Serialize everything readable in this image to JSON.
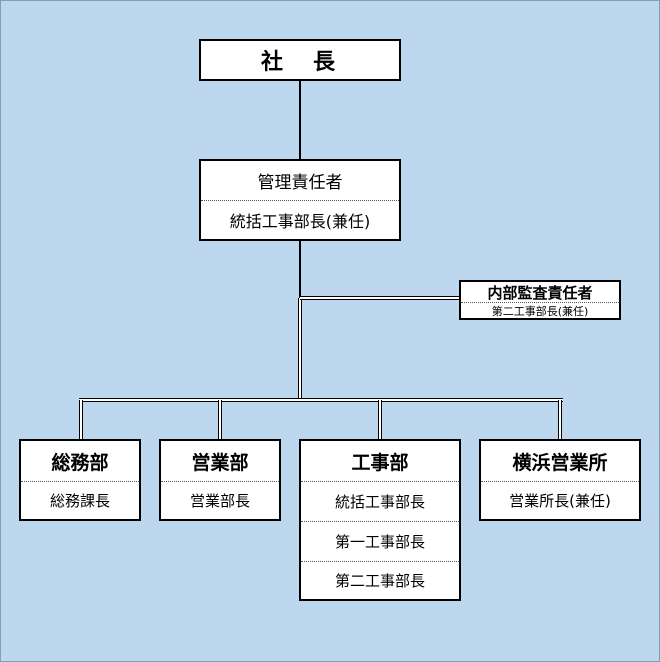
{
  "president": {
    "title": "社　長"
  },
  "management_rep": {
    "title": "管理責任者",
    "sub": "統括工事部長(兼任)"
  },
  "audit": {
    "title": "内部監査責任者",
    "sub": "第二工事部長(兼任)"
  },
  "departments": [
    {
      "title": "総務部",
      "rows": [
        "総務課長"
      ]
    },
    {
      "title": "営業部",
      "rows": [
        "営業部長"
      ]
    },
    {
      "title": "工事部",
      "rows": [
        "統括工事部長",
        "第一工事部長",
        "第二工事部長"
      ]
    },
    {
      "title": "横浜営業所",
      "rows": [
        "営業所長(兼任)"
      ]
    }
  ],
  "colors": {
    "background": "#bdd7ee",
    "box": "#ffffff",
    "line": "#000000"
  }
}
